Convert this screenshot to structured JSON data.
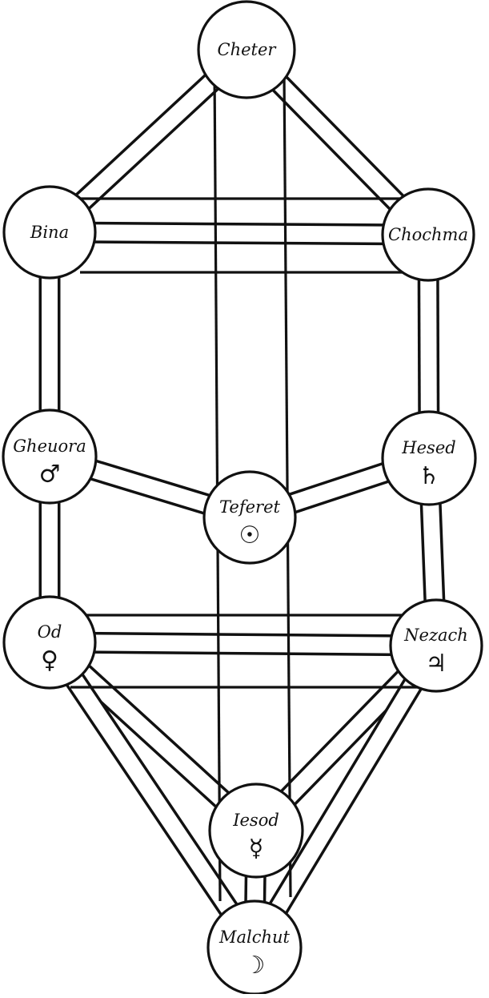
{
  "tree": {
    "ink_color": "#111111",
    "paper_color": "#ffffff",
    "nodes": [
      {
        "id": "cheter",
        "label": "Cheter",
        "symbol": ""
      },
      {
        "id": "bina",
        "label": "Bina",
        "symbol": ""
      },
      {
        "id": "chochma",
        "label": "Chochma",
        "symbol": ""
      },
      {
        "id": "gheuora",
        "label": "Gheuora",
        "symbol": "♂",
        "symbol_name": "mars-icon"
      },
      {
        "id": "hesed",
        "label": "Hesed",
        "symbol": "♄",
        "symbol_name": "saturn-icon"
      },
      {
        "id": "teferet",
        "label": "Teferet",
        "symbol": "☉",
        "symbol_name": "sun-face-icon"
      },
      {
        "id": "od",
        "label": "Od",
        "symbol": "♀",
        "symbol_name": "venus-icon"
      },
      {
        "id": "nezach",
        "label": "Nezach",
        "symbol": "♃",
        "symbol_name": "jupiter-icon"
      },
      {
        "id": "iesod",
        "label": "Iesod",
        "symbol": "☿",
        "symbol_name": "mercury-icon"
      },
      {
        "id": "malchut",
        "label": "Malchut",
        "symbol": "☽",
        "symbol_name": "moon-face-icon"
      }
    ],
    "paths": [
      [
        "cheter",
        "bina"
      ],
      [
        "cheter",
        "chochma"
      ],
      [
        "bina",
        "chochma"
      ],
      [
        "bina",
        "gheuora"
      ],
      [
        "chochma",
        "hesed"
      ],
      [
        "gheuora",
        "teferet"
      ],
      [
        "hesed",
        "teferet"
      ],
      [
        "gheuora",
        "od"
      ],
      [
        "hesed",
        "nezach"
      ],
      [
        "od",
        "nezach"
      ],
      [
        "od",
        "iesod"
      ],
      [
        "nezach",
        "iesod"
      ],
      [
        "od",
        "malchut"
      ],
      [
        "nezach",
        "malchut"
      ],
      [
        "iesod",
        "malchut"
      ]
    ]
  }
}
